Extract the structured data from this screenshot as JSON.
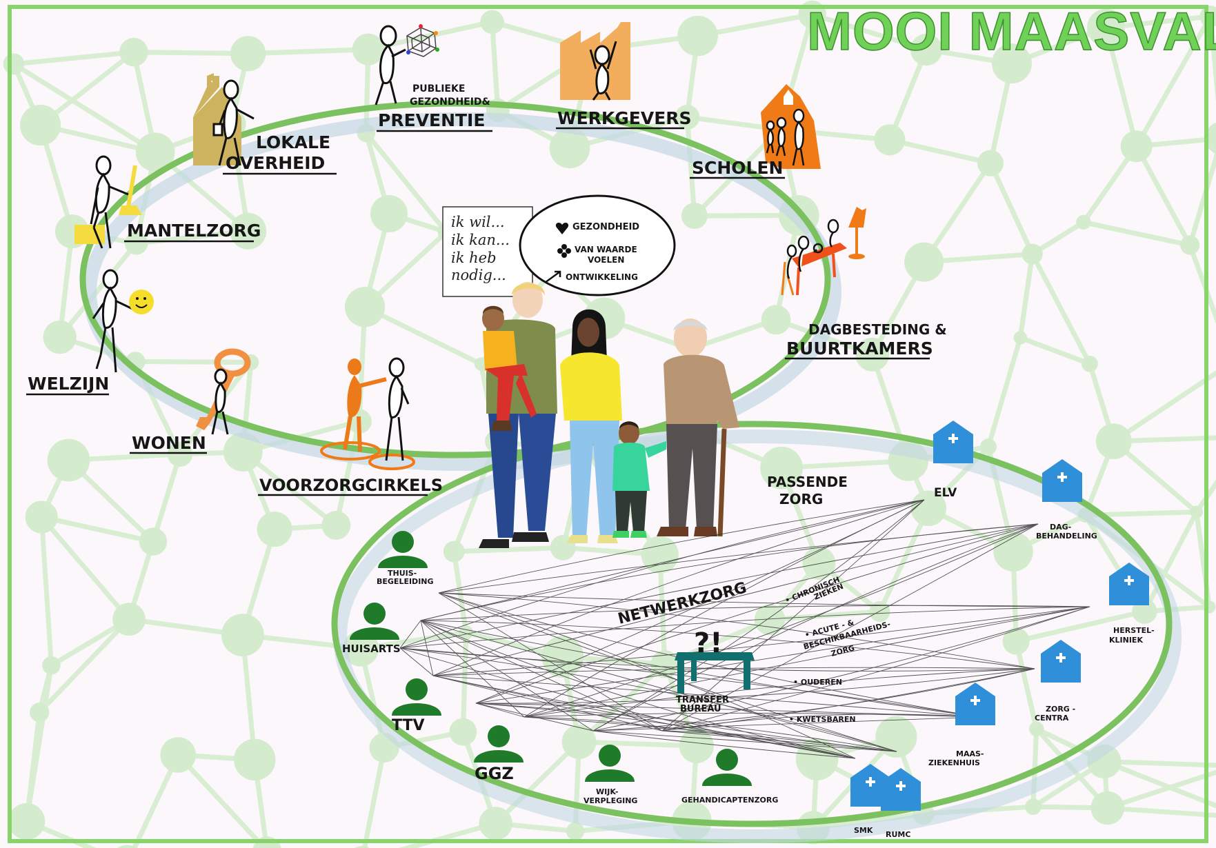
{
  "title": "MOOI MAASVALLEI",
  "colors": {
    "network_background": "#d6ecd0",
    "ellipse_stroke": "#7cc160",
    "green_person": "#1f7a2a",
    "blue_building": "#2f8fd8",
    "orange": "#f07a16",
    "teal_table": "#116f70"
  },
  "upper_loop": {
    "labels": {
      "publieke_top": "PUBLIEKE",
      "publieke_mid": "GEZONDHEID&",
      "preventie": "PREVENTIE",
      "werkgevers": "WERKGEVERS",
      "scholen": "SCHOLEN",
      "lokale": "LOKALE",
      "overheid": "OVERHEID",
      "mantelzorg": "MANTELZORG",
      "welzijn": "WELZIJN",
      "wonen": "WONEN",
      "voorzorgcirkels": "VOORZORGCIRKELS",
      "dagbesteding": "DAGBESTEDING &",
      "buurtkamers": "BUURTKAMERS"
    }
  },
  "center": {
    "wishes": [
      "ik wil...",
      "ik kan...",
      "ik heb",
      "nodig..."
    ],
    "bubble": {
      "gezondheid": "GEZONDHEID",
      "van_waarde": "VAN WAARDE",
      "voelen": "VOELEN",
      "ontwikkeling": "ONTWIKKELING"
    },
    "icons": [
      "heart-icon",
      "flower-icon",
      "arrow-up-right-icon"
    ]
  },
  "lower_loop": {
    "passende_1": "PASSENDE",
    "passende_2": "ZORG",
    "netwerkzorg": "NETWERKZORG",
    "transfer_1": "TRANSFER",
    "transfer_2": "BUREAU",
    "transfer_mark": "?!",
    "target_groups": {
      "chronisch_1": "• CHRONISCH",
      "chronisch_2": "ZIEKEN",
      "acute_1": "• ACUTE - &",
      "acute_2": "BESCHIKBAARHEIDS-",
      "acute_3": "ZORG",
      "ouderen": "• OUDEREN",
      "kwetsbaren": "• KWETSBAREN"
    },
    "providers": {
      "thuis_1": "THUIS-",
      "thuis_2": "BEGELEIDING",
      "huisarts": "HUISARTS",
      "ttv": "TTV",
      "ggz": "GGZ",
      "wijk_1": "WIJK-",
      "wijk_2": "VERPLEGING",
      "gehandicapt": "GEHANDICAPTENZORG"
    },
    "institutions": {
      "elv": "ELV",
      "dag_1": "DAG-",
      "dag_2": "BEHANDELING",
      "herstel_1": "HERSTEL-",
      "herstel_2": "KLINIEK",
      "zorg_1": "ZORG -",
      "zorg_2": "CENTRA",
      "maas_1": "MAAS-",
      "maas_2": "ZIEKENHUIS",
      "smk": "SMK",
      "rumc": "RUMC"
    }
  }
}
